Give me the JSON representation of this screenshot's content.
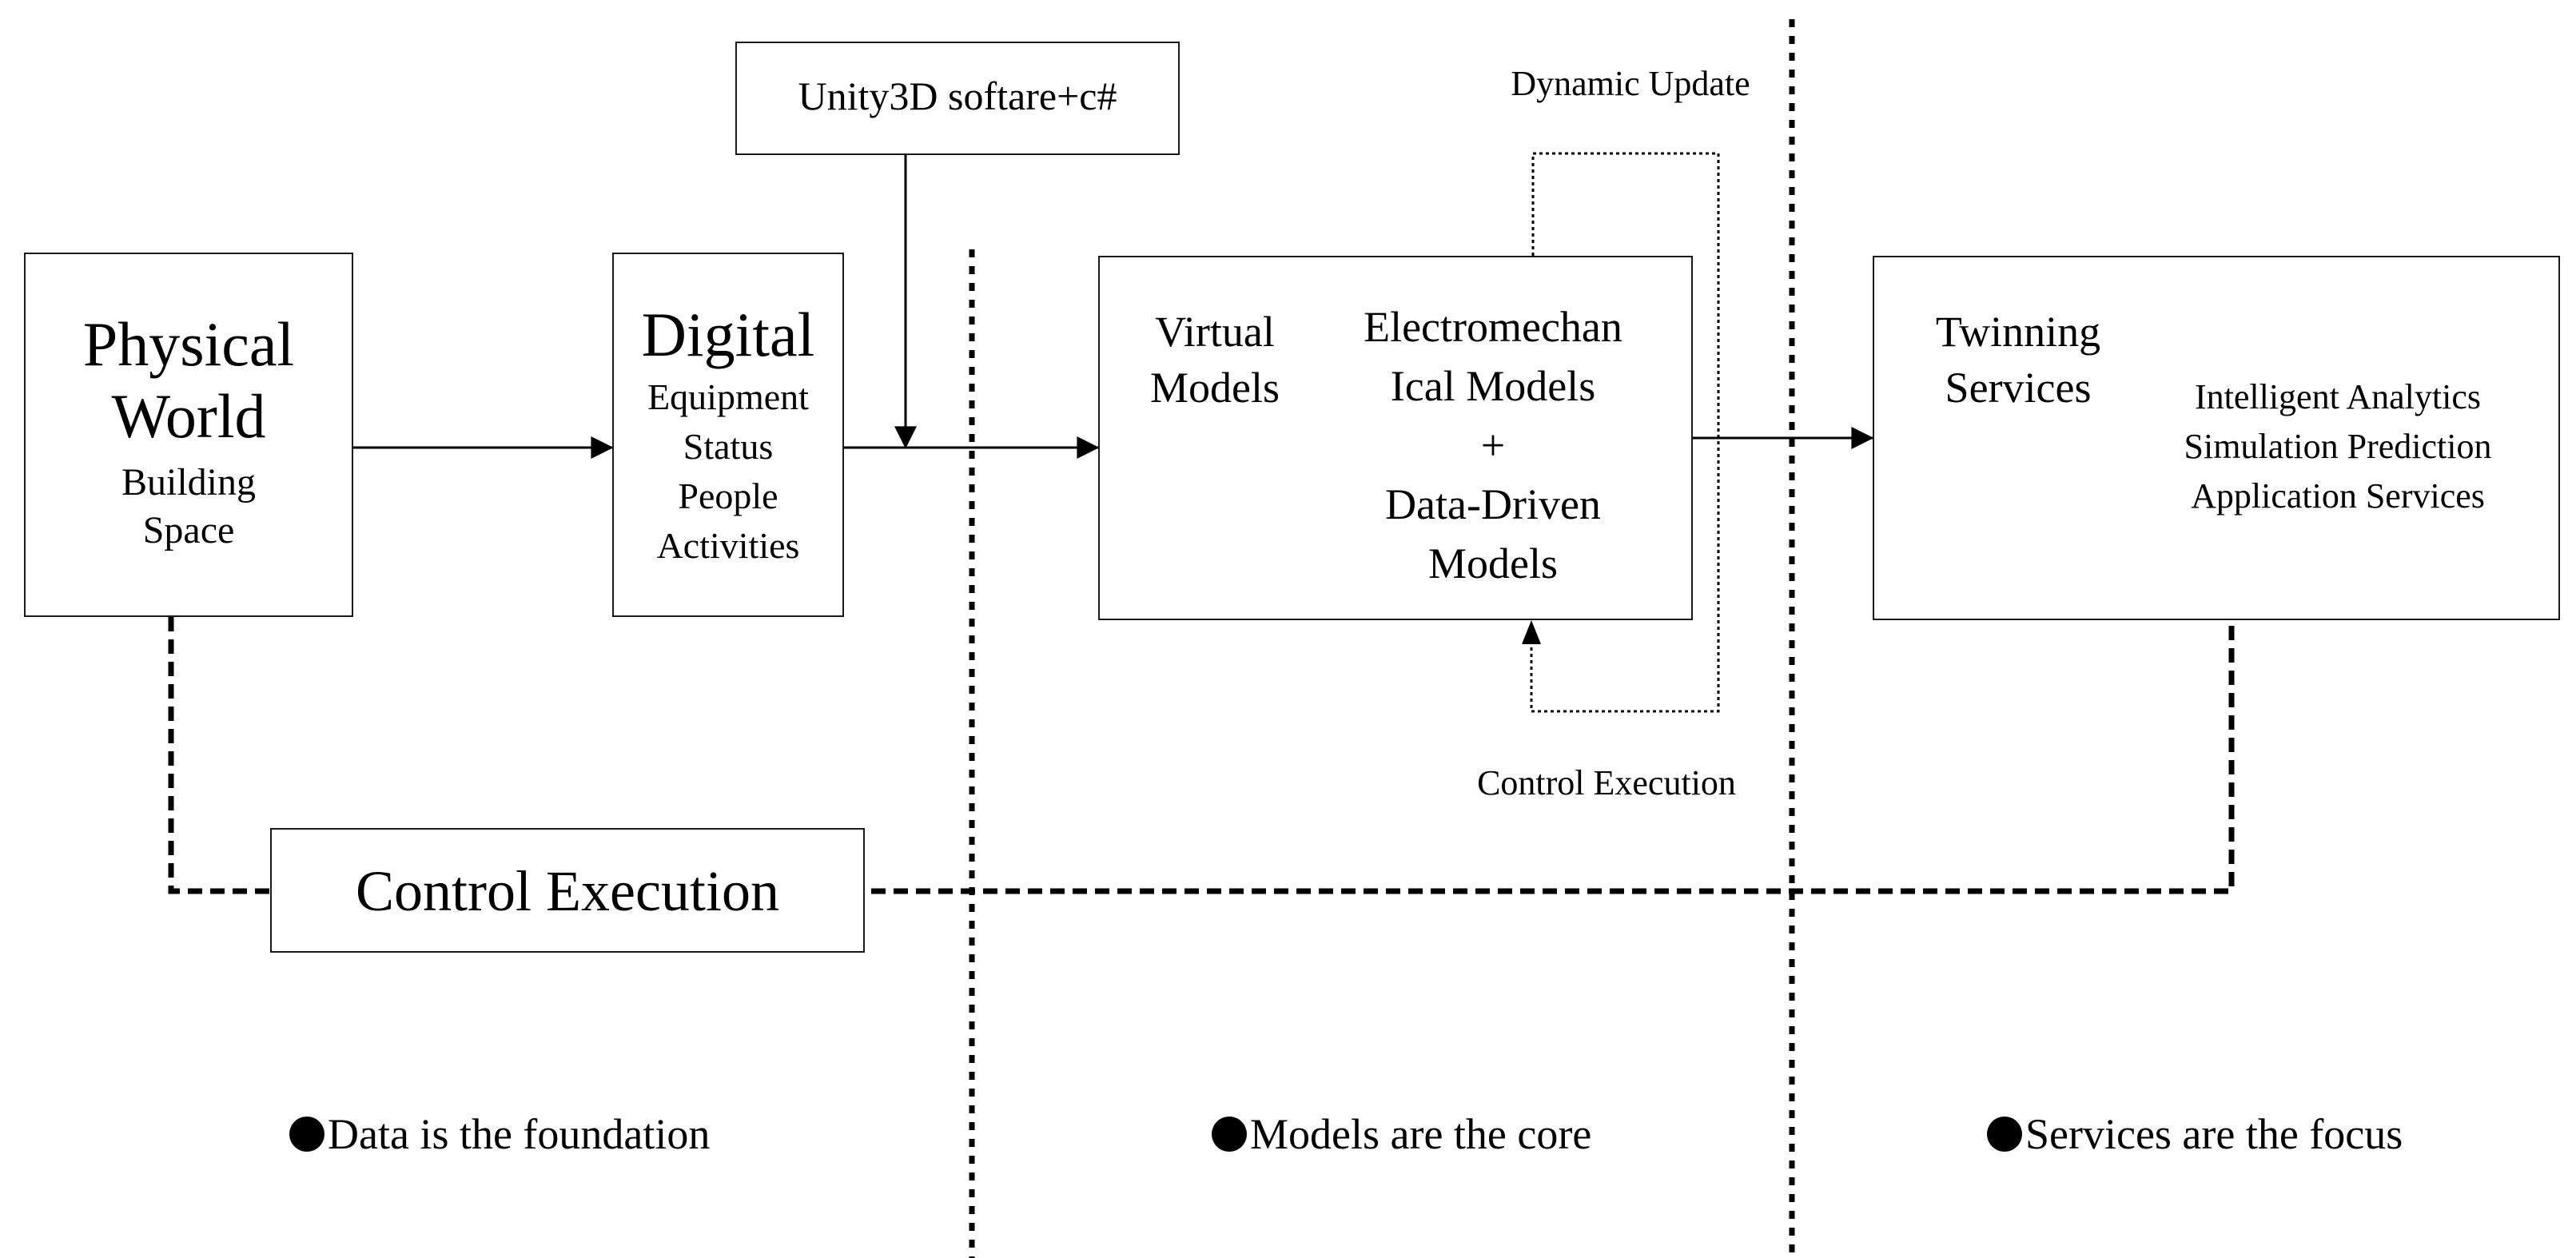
{
  "software_box": {
    "label": "Unity3D softare+c#"
  },
  "physical": {
    "title_1": "Physical",
    "title_2": "World",
    "sub_1": "Building",
    "sub_2": "Space"
  },
  "digital": {
    "title": "Digital",
    "items": [
      "Equipment",
      "Status",
      "People",
      "Activities"
    ]
  },
  "virtual": {
    "label_1": "Virtual",
    "label_2": "Models",
    "models": [
      "Electromechan",
      "Ical Models",
      "+",
      "Data-Driven",
      "Models"
    ]
  },
  "twinning": {
    "label_1": "Twinning",
    "label_2": "Services",
    "services": [
      "Intelligent Analytics",
      "Simulation Prediction",
      "Application Services"
    ]
  },
  "dynamic_update_label": "Dynamic Update",
  "control_execution_small": "Control Execution",
  "control_execution_box": "Control Execution",
  "bullets": {
    "data": "Data is the foundation",
    "models": "Models are the core",
    "services": "Services are the focus"
  }
}
